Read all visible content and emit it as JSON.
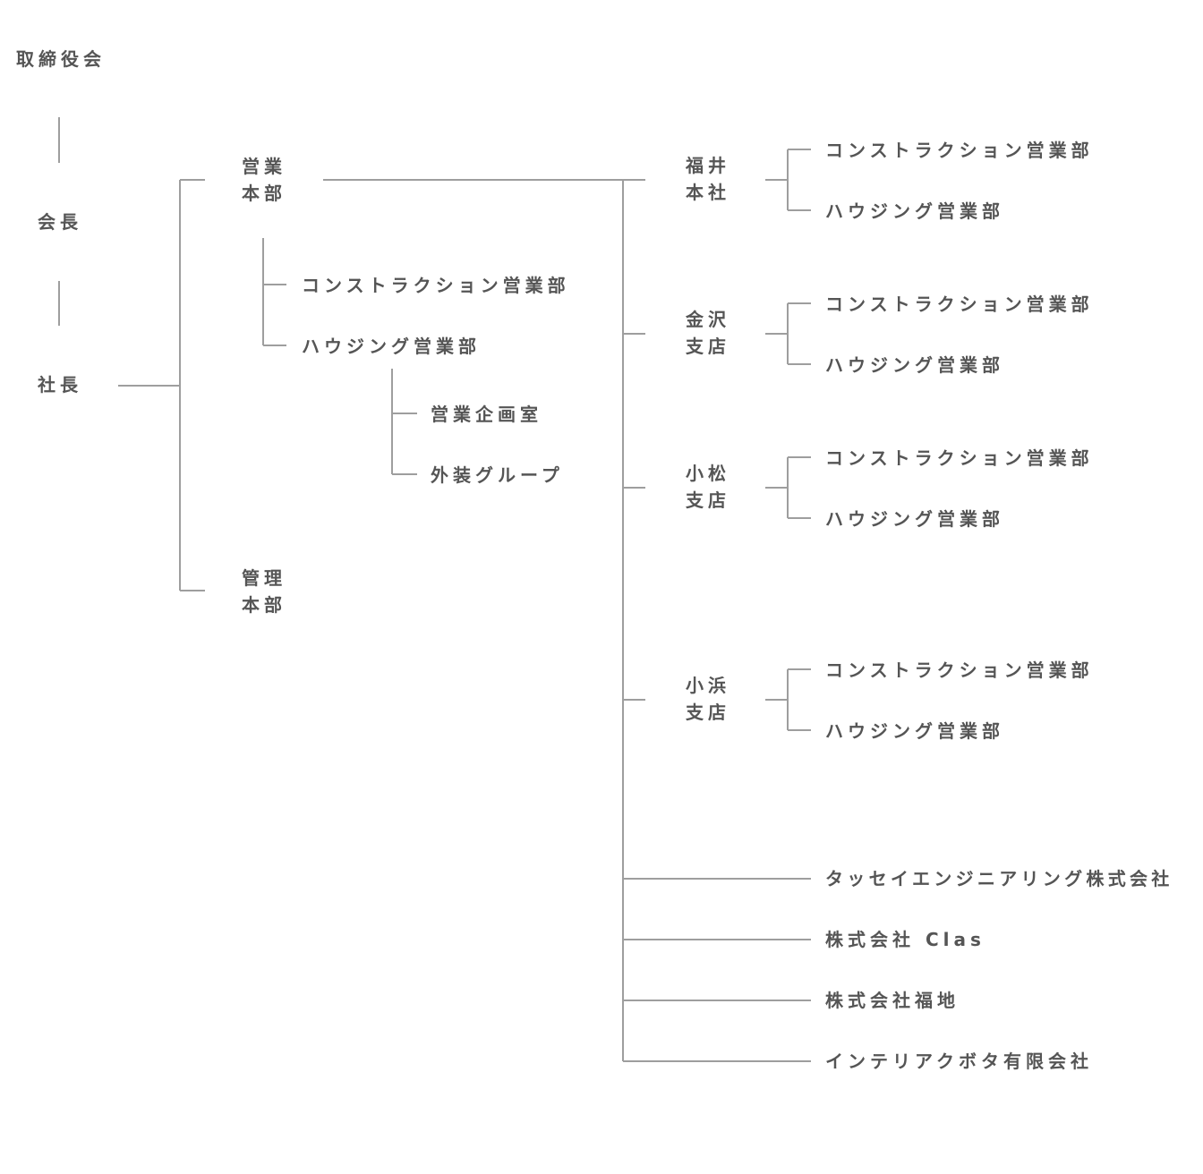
{
  "org_chart": {
    "board": "取締役会",
    "chairman": "会長",
    "president": "社長",
    "sales_hq": {
      "line1": "営業",
      "line2": "本部"
    },
    "admin_hq": {
      "line1": "管理",
      "line2": "本部"
    },
    "hq_departments": {
      "construction": "コンストラクション営業部",
      "housing": "ハウジング営業部",
      "housing_children": [
        "営業企画室",
        "外装グループ"
      ]
    },
    "branches": [
      {
        "line1": "福井",
        "line2": "本社",
        "departments": [
          "コンストラクション営業部",
          "ハウジング営業部"
        ]
      },
      {
        "line1": "金沢",
        "line2": "支店",
        "departments": [
          "コンストラクション営業部",
          "ハウジング営業部"
        ]
      },
      {
        "line1": "小松",
        "line2": "支店",
        "departments": [
          "コンストラクション営業部",
          "ハウジング営業部"
        ]
      },
      {
        "line1": "小浜",
        "line2": "支店",
        "departments": [
          "コンストラクション営業部",
          "ハウジング営業部"
        ]
      }
    ],
    "affiliates": [
      "タッセイエンジニアリング株式会社",
      "株式会社 Clas",
      "株式会社福地",
      "インテリアクボタ有限会社"
    ],
    "line_color": "#9e9e9e",
    "text_color": "#555555"
  }
}
